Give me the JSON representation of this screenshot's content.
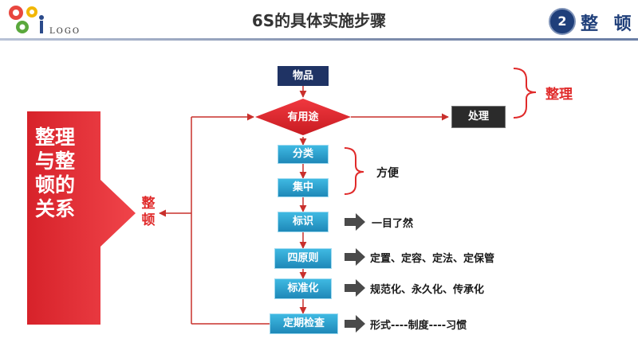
{
  "header": {
    "logo_text": "LOGO",
    "title": "6S的具体实施步骤",
    "section_number": "2",
    "section_title": "整 顿"
  },
  "relation_arrow": {
    "text": "整理与整顿的关系"
  },
  "side_label": "整顿",
  "flow": {
    "item": "物品",
    "decision": "有用途",
    "dispose": "处理",
    "classify": "分类",
    "centralize": "集中",
    "identify": "标识",
    "four_principles": "四原则",
    "standardize": "标准化",
    "inspect": "定期检查"
  },
  "notes": {
    "sort_label": "整理",
    "convenient": "方便",
    "at_a_glance": "一目了然",
    "four_principles_detail": "定置、定容、定法、定保管",
    "standardize_detail": "规范化、永久化、传承化",
    "inspect_detail": "形式----制度----习惯"
  },
  "colors": {
    "accent_red": "#e02a2a",
    "navy": "#1f3364",
    "cyan": "#2aa3d6"
  }
}
